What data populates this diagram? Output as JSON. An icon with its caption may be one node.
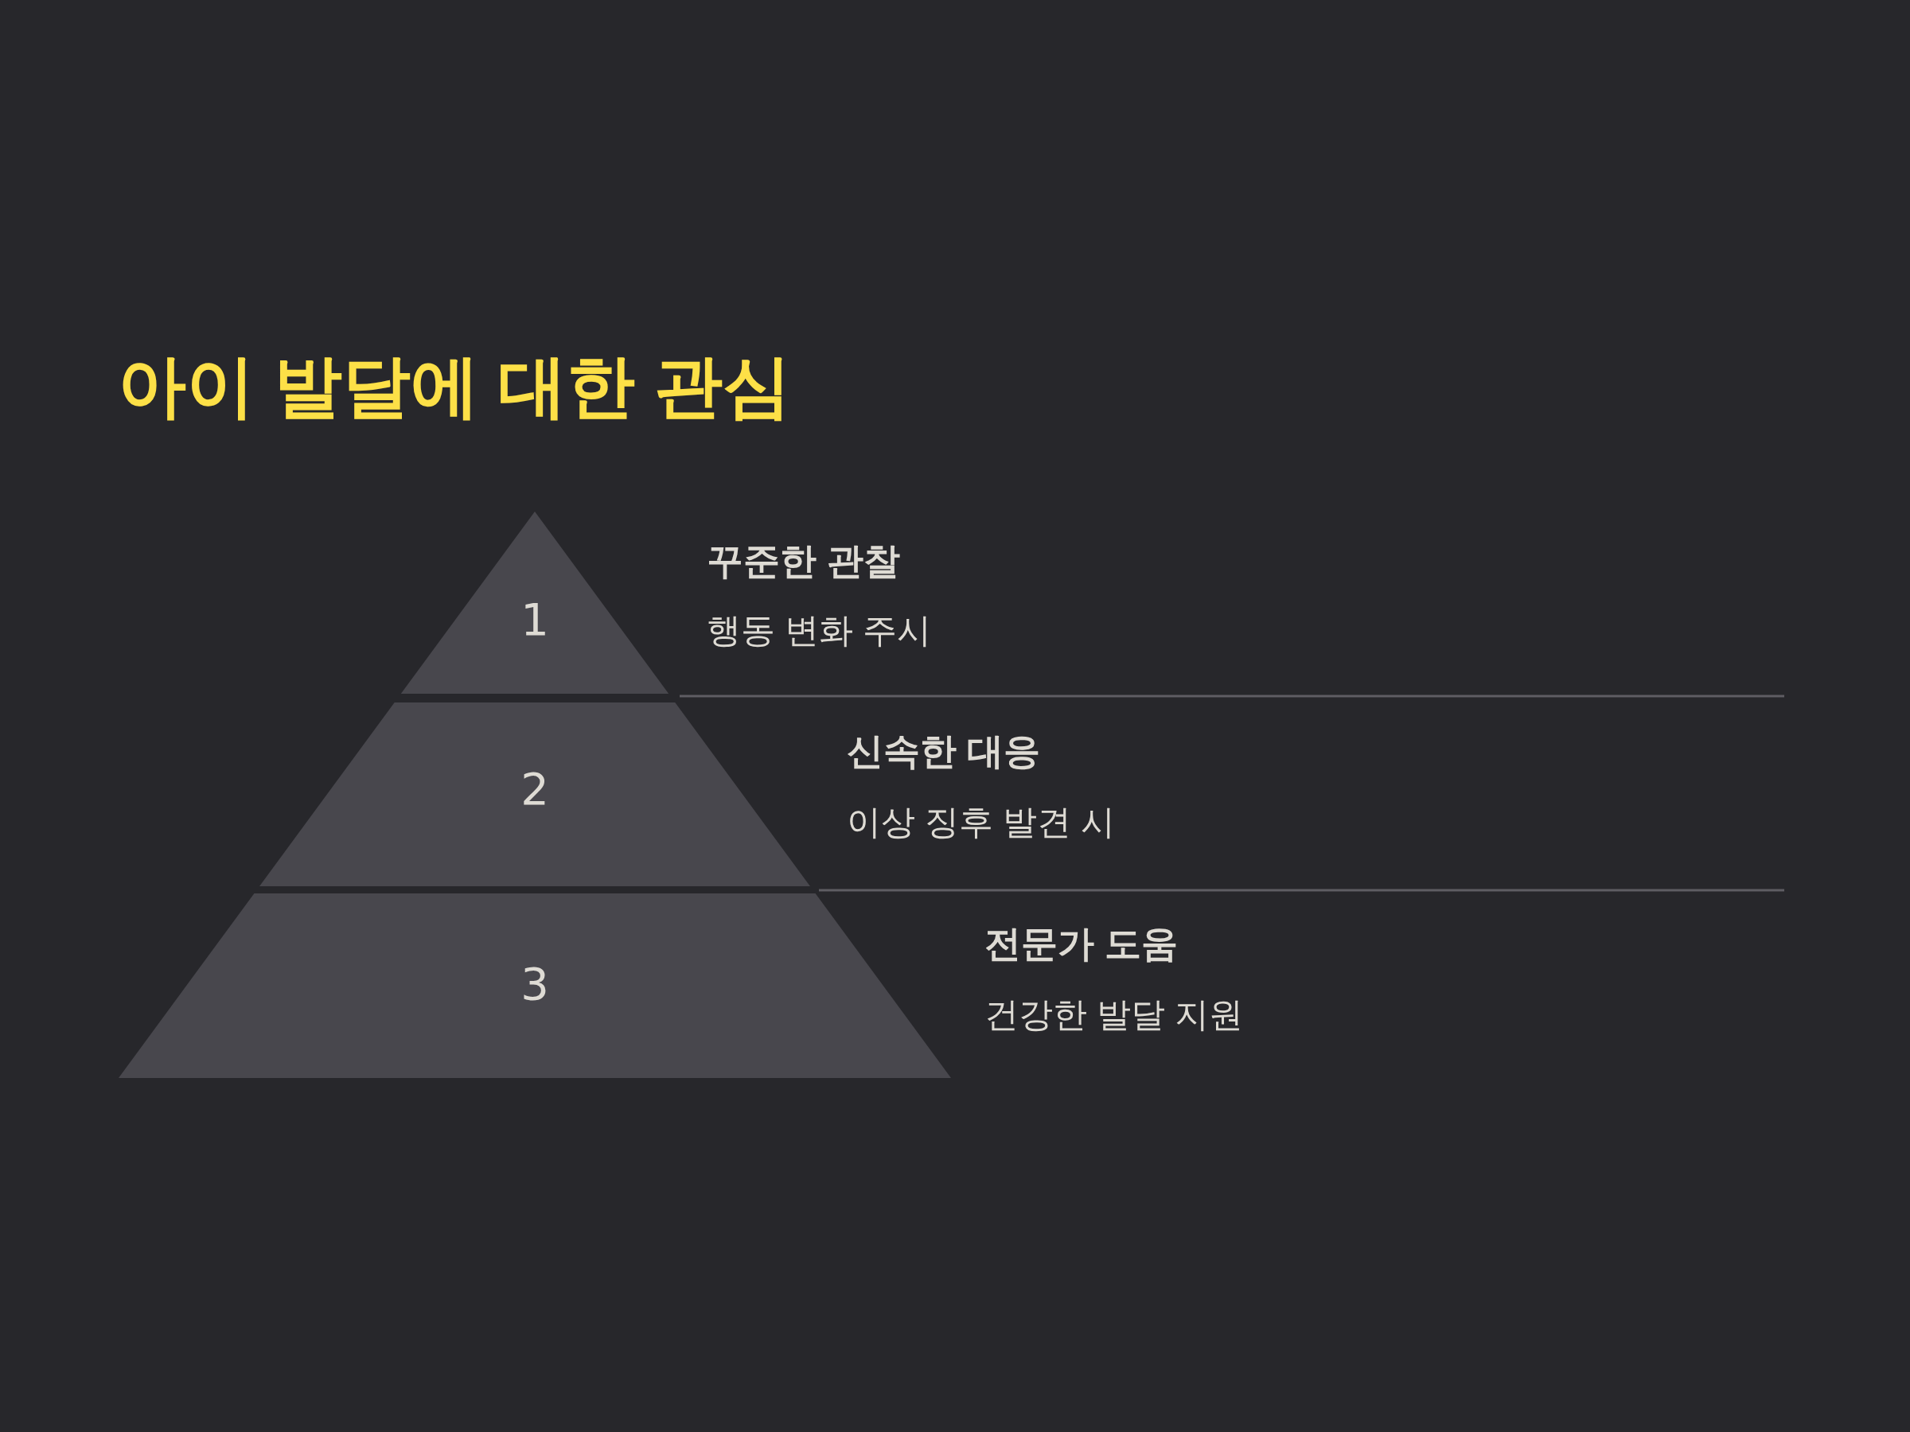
{
  "diagram": {
    "title": "아이 발달에 대한 관심",
    "nodes": [
      {
        "text": [
          "1"
        ],
        "beside": [
          "꾸준한 관찰",
          "행동 변화 주시"
        ]
      },
      {
        "text": [
          "2"
        ],
        "beside": [
          "신속한 대응",
          "이상 징후 발견 시"
        ]
      },
      {
        "text": [
          "3"
        ],
        "beside": [
          "전문가 도움",
          "건강한 발달 지원"
        ]
      }
    ]
  }
}
